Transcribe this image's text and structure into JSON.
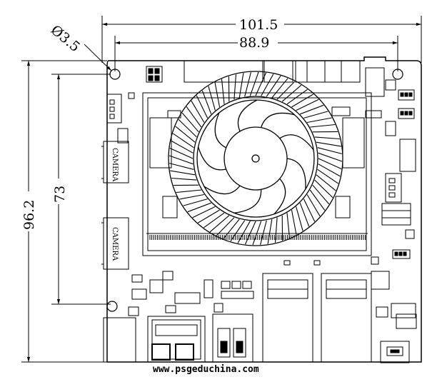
{
  "dimensions": {
    "overall_width": "101.5",
    "hole_spacing_width": "88.9",
    "hole_diameter": "Ø3.5",
    "overall_height": "96.2",
    "hole_spacing_height": "73"
  },
  "labels": {
    "camera_top": "CAMERA",
    "camera_bottom": "CAMERA"
  },
  "watermark": "www.psgeduchina.com"
}
